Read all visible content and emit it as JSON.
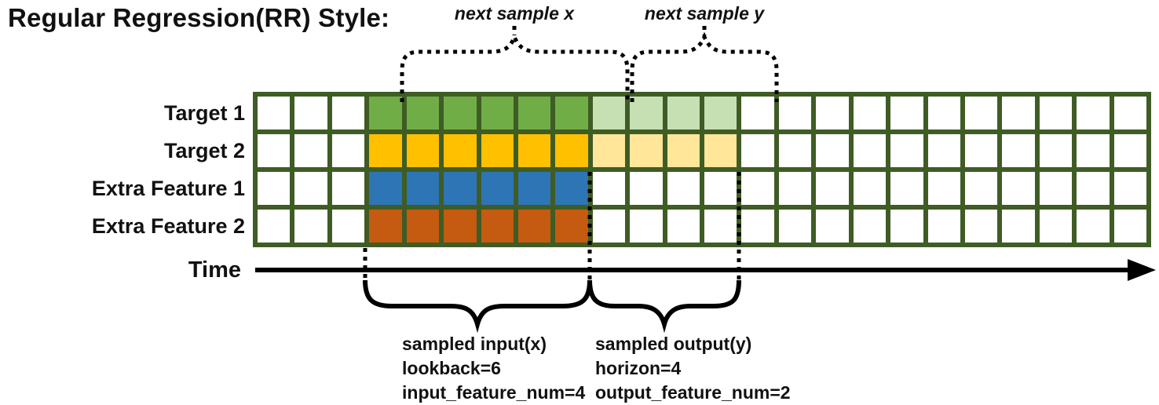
{
  "title": "Regular Regression(RR) Style:",
  "colors": {
    "grid_border": "#3F5C25",
    "target1": "#70AD47",
    "target1_light": "#C6E0B4",
    "target2": "#FFC000",
    "target2_light": "#FFE699",
    "extra_feature1": "#2E75B6",
    "extra_feature2": "#C55A11",
    "line": "#000000"
  },
  "grid": {
    "columns": 24,
    "rows": [
      {
        "label": "Target 1",
        "fill": "#70AD47",
        "fill_light": "#C6E0B4",
        "input_cols": [
          3,
          8
        ],
        "output_cols": [
          9,
          12
        ]
      },
      {
        "label": "Target 2",
        "fill": "#FFC000",
        "fill_light": "#FFE699",
        "input_cols": [
          3,
          8
        ],
        "output_cols": [
          9,
          12
        ]
      },
      {
        "label": "Extra Feature 1",
        "fill": "#2E75B6",
        "fill_light": null,
        "input_cols": [
          3,
          8
        ],
        "output_cols": null
      },
      {
        "label": "Extra Feature 2",
        "fill": "#C55A11",
        "fill_light": null,
        "input_cols": [
          3,
          8
        ],
        "output_cols": null
      }
    ]
  },
  "annotations": {
    "next_sample_x": "next sample x",
    "next_sample_y": "next sample y",
    "time_label": "Time",
    "input_block": [
      "sampled input(x)",
      "lookback=6",
      "input_feature_num=4"
    ],
    "output_block": [
      "sampled output(y)",
      "horizon=4",
      "output_feature_num=2"
    ]
  },
  "params": {
    "lookback": 6,
    "horizon": 4,
    "input_feature_num": 4,
    "output_feature_num": 2
  }
}
